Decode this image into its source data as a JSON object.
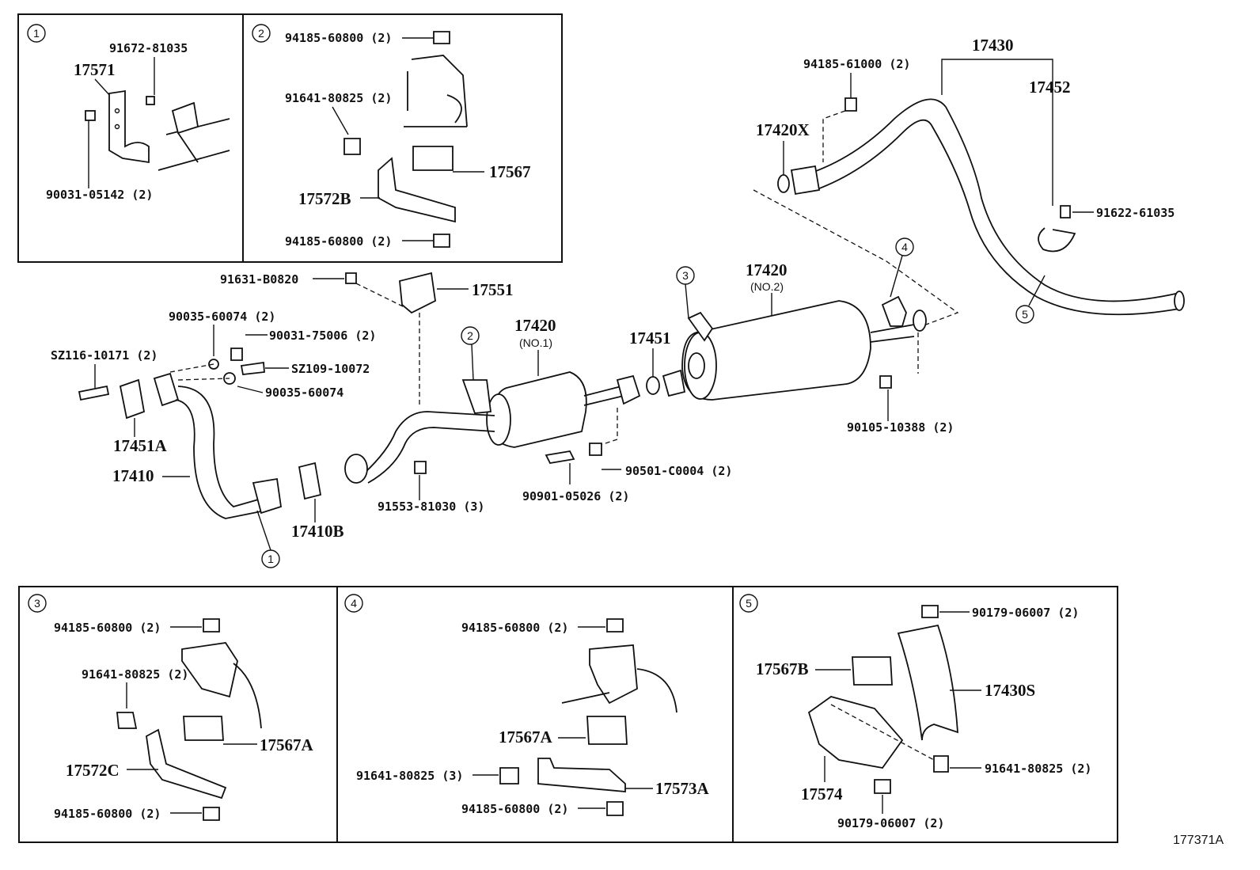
{
  "inset_1": {
    "number": "1",
    "labels": [
      "91672-81035",
      "17571",
      "90031-05142 (2)"
    ]
  },
  "inset_2": {
    "number": "2",
    "labels": [
      "94185-60800 (2)",
      "91641-80825 (2)",
      "17567",
      "17572B",
      "94185-60800 (2)"
    ]
  },
  "inset_3": {
    "number": "3",
    "labels": [
      "94185-60800 (2)",
      "91641-80825 (2)",
      "17567A",
      "17572C",
      "94185-60800 (2)"
    ]
  },
  "inset_4": {
    "number": "4",
    "labels": [
      "94185-60800 (2)",
      "17567A",
      "91641-80825 (3)",
      "17573A",
      "94185-60800 (2)"
    ]
  },
  "inset_5": {
    "number": "5",
    "labels": [
      "90179-06007 (2)",
      "17567B",
      "17430S",
      "91641-80825 (2)",
      "17574",
      "90179-06007 (2)"
    ]
  },
  "main": {
    "labels": [
      "17430",
      "17452",
      "94185-61000 (2)",
      "17420X",
      "91622-61035",
      "91631-B0820",
      "17551",
      "17420",
      "(NO.2)",
      "17451",
      "17420",
      "(NO.1)",
      "90035-60074 (2)",
      "90031-75006 (2)",
      "SZ116-10171 (2)",
      "SZ109-10072",
      "90035-60074",
      "17451A",
      "17410",
      "17410B",
      "91553-81030 (3)",
      "90901-05026 (2)",
      "90501-C0004 (2)",
      "90105-10388 (2)"
    ],
    "callouts": [
      "1",
      "2",
      "3",
      "4",
      "5"
    ]
  },
  "figure_id": "177371A"
}
